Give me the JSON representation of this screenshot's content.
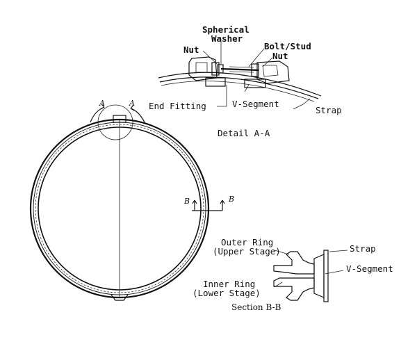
{
  "detail_aa": {
    "label_spherical": "Spherical",
    "label_washer": "Washer",
    "label_nut_left": "Nut",
    "label_bolt_stud": "Bolt/Stud",
    "label_nut_right": "Nut",
    "label_end_fitting": "End Fitting",
    "label_v_segment": "V-Segment",
    "label_strap": "Strap",
    "title": "Detail A-A"
  },
  "ring_view": {
    "marker_a_left": "A",
    "marker_a_right": "A",
    "marker_b_left": "B",
    "marker_b_right": "B"
  },
  "section_bb": {
    "label_outer_ring_1": "Outer Ring",
    "label_outer_ring_2": "(Upper Stage)",
    "label_inner_ring_1": "Inner Ring",
    "label_inner_ring_2": "(Lower Stage)",
    "label_strap": "Strap",
    "label_v_segment": "V-Segment",
    "title": "Section B-B"
  }
}
